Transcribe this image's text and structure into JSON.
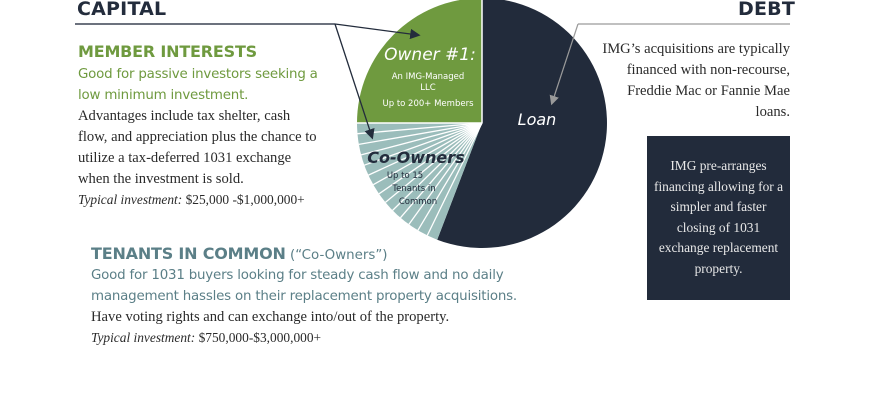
{
  "capital": {
    "title": "CAPITAL",
    "member_interests": {
      "title": "MEMBER INTERESTS",
      "tagline": "Good for passive investors seeking a low minimum investment.",
      "advantages": "Advantages include tax shelter, cash flow, and appreciation plus the chance to utilize a tax-deferred 1031 exchange when the investment is sold.",
      "typical_label": "Typical investment:",
      "typical_value": " $25,000 -$1,000,000+"
    },
    "tenants_in_common": {
      "title": "TENANTS IN COMMON",
      "paren": " (“Co-Owners”)",
      "tagline": "Good for 1031 buyers looking for steady cash flow and no daily management hassles on their replacement property acquisitions.",
      "rights": "Have voting rights and can exchange into/out of the property.",
      "typical_label": "Typical investment:",
      "typical_value": " $750,000-$3,000,000+"
    }
  },
  "debt": {
    "title": "DEBT",
    "description": "IMG’s acquisitions are typically financed with non-recourse, Freddie Mac or Fannie Mae loans.",
    "box_text": "IMG pre-arranges financing allowing for a simpler and faster closing of 1031 exchange replacement property."
  },
  "pie": {
    "owner1": {
      "title": "Owner #1:",
      "line1": "An IMG-Managed",
      "line2": "LLC",
      "line3": "Up to 200+ Members"
    },
    "coowners": {
      "title": "Co-Owners",
      "line1": "Up to 15",
      "line2": "Tenants in",
      "line3": "Common"
    },
    "loan": {
      "title": "Loan"
    }
  },
  "colors": {
    "green": "#6f9a3f",
    "teal": "#9bbdbb",
    "navy": "#222b3b",
    "teal_text": "#5b7f87",
    "gray_line": "#9a9a9a"
  },
  "chart_data": {
    "type": "pie",
    "title": "",
    "categories": [
      "Owner #1 (IMG-Managed LLC)",
      "Co-Owners (Tenants in Common)",
      "Loan"
    ],
    "values": [
      25,
      19,
      56
    ],
    "notes": "Co-Owners slice subdivided into ~14 thin sub-slices (up to 15 tenants in common)",
    "legend": "none (labels inside slices)"
  }
}
